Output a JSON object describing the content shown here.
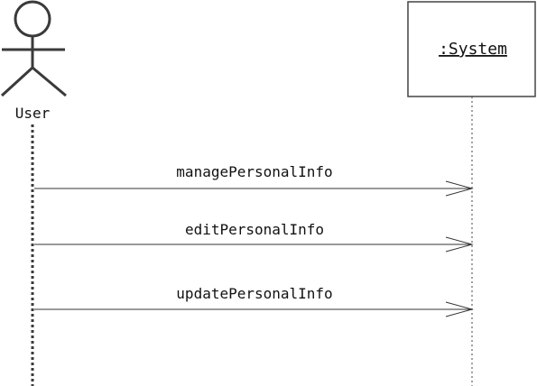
{
  "diagram": {
    "type": "sequence",
    "actor": {
      "name": "User"
    },
    "system": {
      "name": ":System"
    },
    "messages": [
      {
        "label": "managePersonalInfo"
      },
      {
        "label": "editPersonalInfo"
      },
      {
        "label": "updatePersonalInfo"
      }
    ]
  }
}
